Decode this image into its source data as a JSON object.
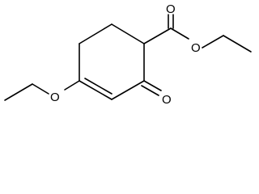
{
  "molecule": {
    "atoms": {
      "ether_oxygen": "O",
      "ketone_oxygen": "O",
      "ester_carbonyl_oxygen": "O",
      "ester_alkoxy_oxygen": "O"
    }
  }
}
